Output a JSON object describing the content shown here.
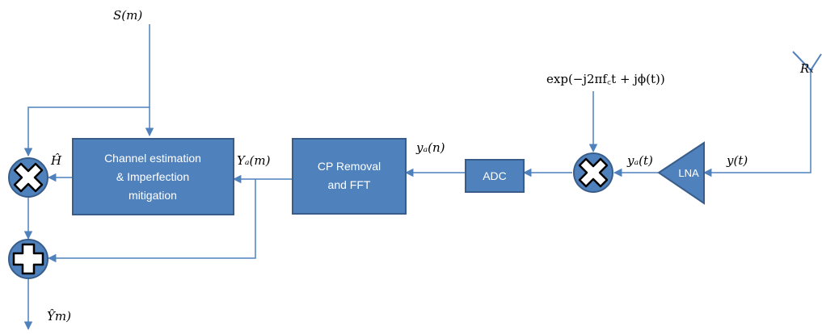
{
  "blocks": {
    "channel_estimation": [
      "Channel estimation",
      "& Imperfection",
      "mitigation"
    ],
    "cp_removal": [
      "CP Removal",
      "and FFT"
    ],
    "adc": "ADC",
    "lna": "LNA"
  },
  "signals": {
    "s_m": "S(m)",
    "h_hat": "Ĥ",
    "y_a_m": "Yₐ(m)",
    "y_a_n": "yₐ(n)",
    "y_a_t": "yₐ(t)",
    "y_t": "y(t)",
    "osc": "exp(−j2πf꜀t + jϕ(t))",
    "rx": "Rₓ",
    "output": "Ŷm)"
  },
  "colors": {
    "block_fill": "#4f81bd",
    "block_stroke": "#385d8a",
    "wire": "#4f81bd"
  }
}
